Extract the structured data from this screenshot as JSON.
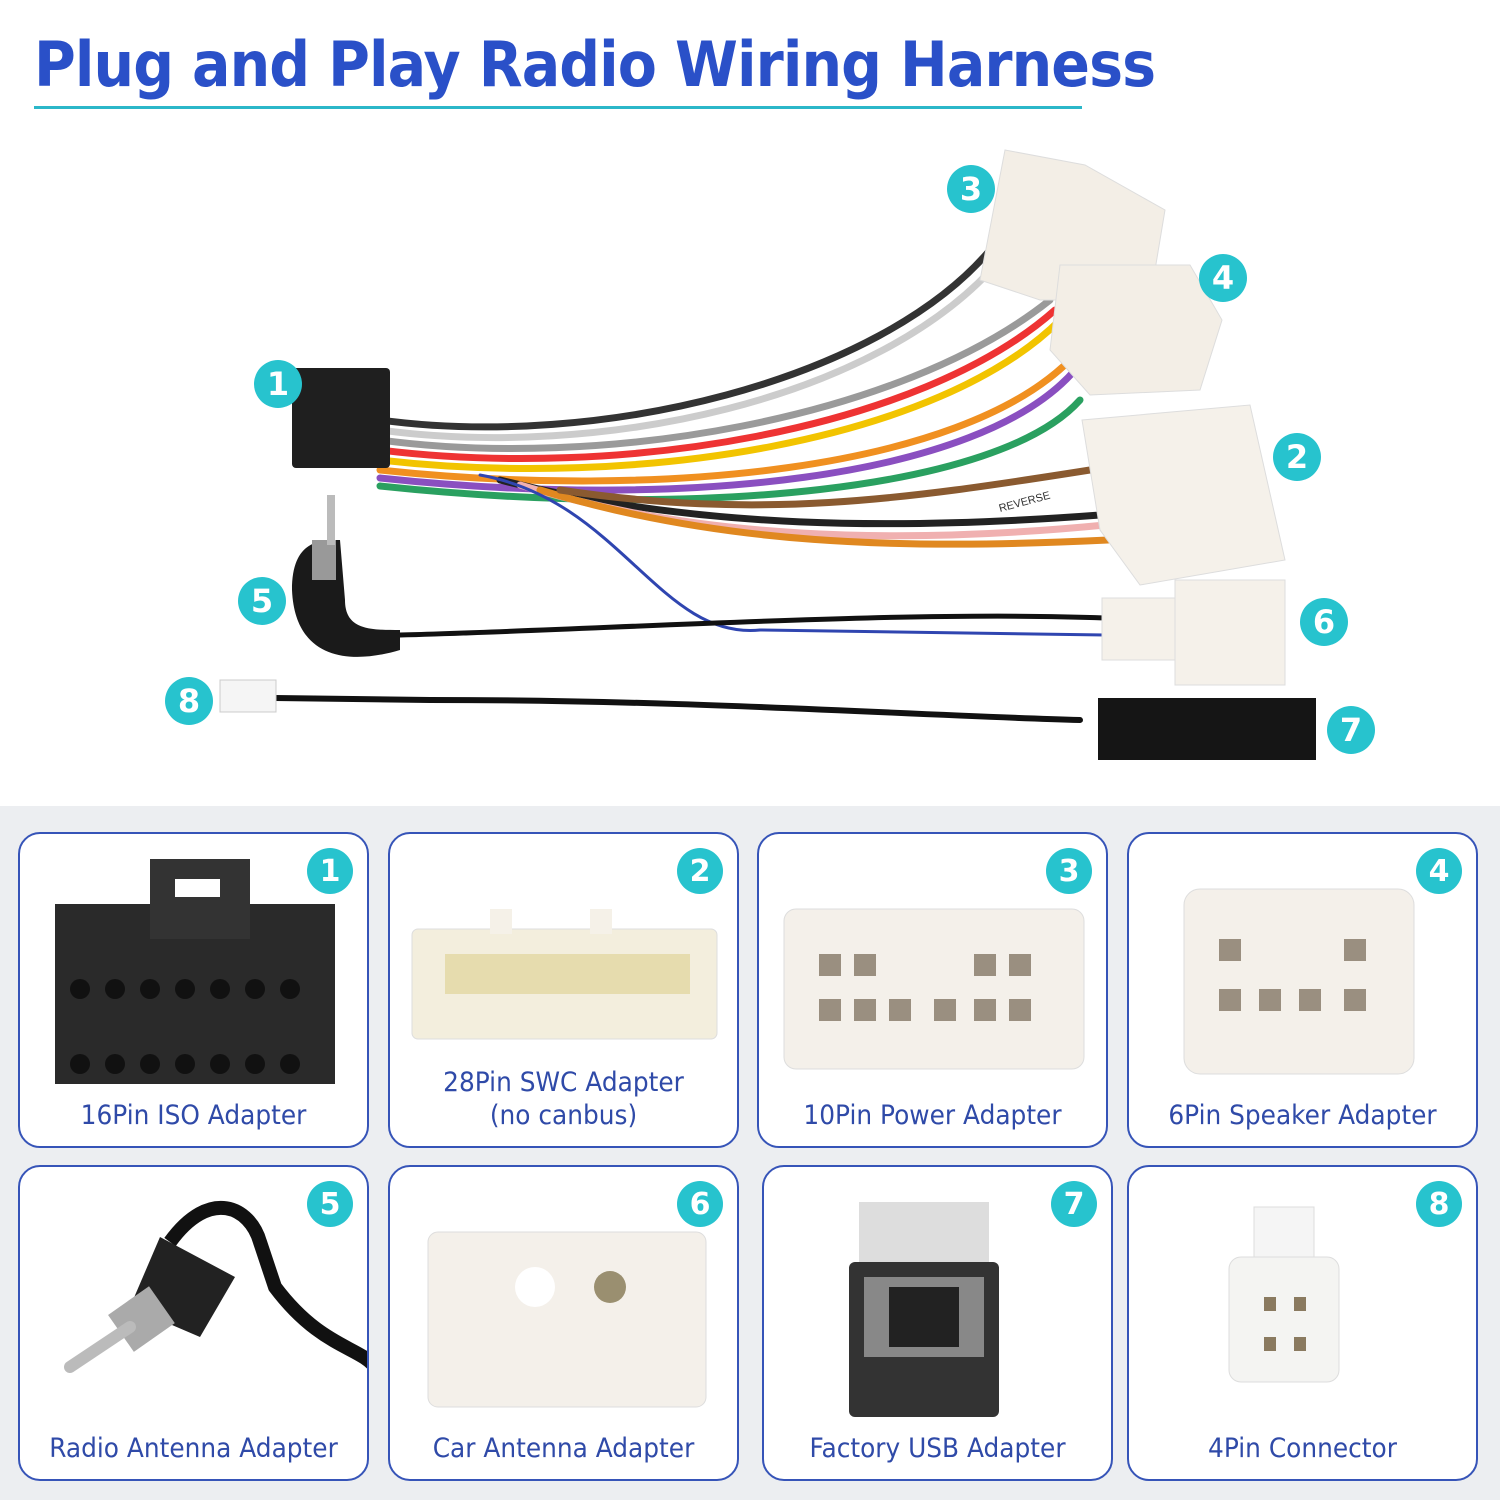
{
  "title": "Plug and Play Radio Wiring Harness",
  "hero": {
    "callouts": [
      "1",
      "2",
      "3",
      "4",
      "5",
      "6",
      "7",
      "8"
    ],
    "sticker_text": "REVERSE"
  },
  "cards": [
    {
      "number": "1",
      "label": "16Pin ISO Adapter"
    },
    {
      "number": "2",
      "label": "28Pin SWC Adapter",
      "sublabel": "(no canbus)"
    },
    {
      "number": "3",
      "label": "10Pin Power Adapter"
    },
    {
      "number": "4",
      "label": "6Pin Speaker Adapter"
    },
    {
      "number": "5",
      "label": "Radio Antenna Adapter"
    },
    {
      "number": "6",
      "label": "Car Antenna Adapter"
    },
    {
      "number": "7",
      "label": "Factory USB Adapter"
    },
    {
      "number": "8",
      "label": "4Pin Connector"
    }
  ],
  "colors": {
    "title": "#2a50c8",
    "badge": "#27c3ce",
    "card_border": "#3654b8",
    "label": "#2f4aa8",
    "panel_bg": "#eceef1"
  }
}
